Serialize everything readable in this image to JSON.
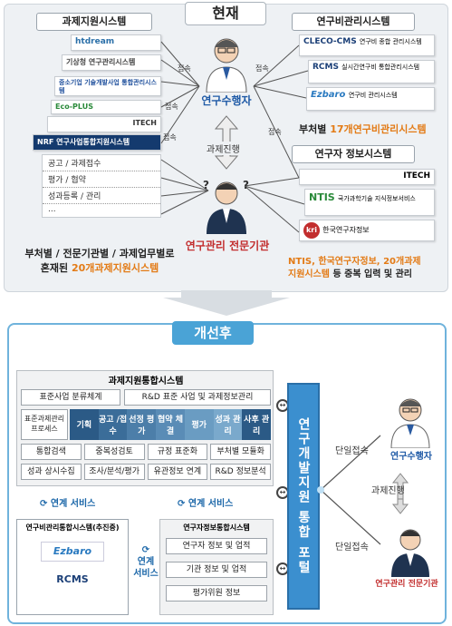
{
  "top": {
    "title": "현재",
    "left_header": "과제지원시스템",
    "right_header1": "연구비관리시스템",
    "right_header2": "연구자 정보시스템",
    "left_logos": [
      "htdream",
      "기상청 연구관리시스템",
      "중소기업 기술개발사업 통합관리시스템",
      "Eco-PLUS",
      "ITECH",
      "NRF 연구사업통합지원시스템"
    ],
    "left_cats": [
      "공고 / 과제접수",
      "평가 / 협약",
      "성과등록 / 관리",
      "..."
    ],
    "right_logos1": [
      "CLECO-CMS",
      "연구비 종합 관리시스템",
      "RCMS",
      "실시간연구비 통합관리시스템",
      "Ezbaro",
      "연구비 관리시스템"
    ],
    "right_logos2": [
      "ITECH",
      "NTIS",
      "국가과학기술 지식정보서비스",
      "kri",
      "한국연구자정보"
    ],
    "researcher_label": "연구수행자",
    "agency_label": "연구관리 전문기관",
    "task_label": "과제진행",
    "access": [
      "접속",
      "접속",
      "접속",
      "접속",
      "접속"
    ],
    "left_caption_1": "부처별 / 전문기관별 / 과제업무별로",
    "left_caption_2a": "혼재된 ",
    "left_caption_2b": "20개과제지원시스템",
    "right_caption1_a": "부처별 ",
    "right_caption1_b": "17개연구비관리시스템",
    "right_caption2_a": "NTIS, 한국연구자정보, 20개과제",
    "right_caption2_b": "지원시스템",
    "right_caption2_c": " 등 중복 입력 및 관리"
  },
  "bottom": {
    "title": "개선후",
    "main_header": "과제지원통합시스템",
    "row1": [
      "표준사업 분류체계",
      "R&D 표준 사업 및 과제정보관리"
    ],
    "process_label": "표준과제관리 프로세스",
    "flow": [
      "기획",
      "공고 /접수",
      "선정 평가",
      "협약 체결",
      "평가",
      "성과 관리",
      "사후 관리"
    ],
    "row3": [
      "통합검색",
      "중복성검토",
      "규정 표준화",
      "부처별 모듈화"
    ],
    "row4": [
      "성과 상시수집",
      "조사/분석/평가",
      "유관정보 연계",
      "R&D 정보분석"
    ],
    "link_service": "연계 서비스",
    "link_service2": "연계 서비스",
    "link_service3": "연계 서비스",
    "fund_header": "연구비관리통합시스템(추진중)",
    "fund_logos": [
      "Ezbaro",
      "RCMS"
    ],
    "researcher_header": "연구자정보통합시스템",
    "researcher_rows": [
      "연구자 정보 및 업적",
      "기관 정보 및 업적",
      "평가위원 정보"
    ],
    "portal": "연구개발지원 통합 포털",
    "single_access": "단일접속",
    "single_access2": "단일접속",
    "task_label": "과제진행",
    "researcher_label": "연구수행자",
    "agency_label": "연구관리 전문기관"
  }
}
